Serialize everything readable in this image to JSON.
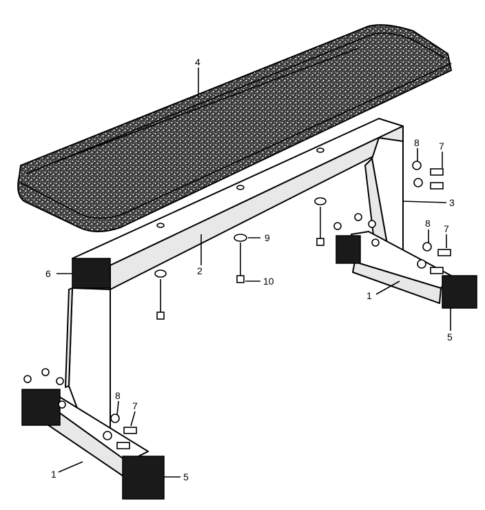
{
  "callouts": {
    "leg_front": "1",
    "leg_rear": "1",
    "crossbar": "2",
    "rear_upright": "3",
    "pad": "4",
    "cap_front": "5",
    "cap_rear": "5",
    "cap_top": "6",
    "bolt_front": "7",
    "bolt_rear_top": "7",
    "bolt_rear_bottom": "7",
    "washer_front": "8",
    "washer_rear_top": "8",
    "washer_rear_bottom": "8",
    "washer_center": "9",
    "screw_center": "10"
  }
}
